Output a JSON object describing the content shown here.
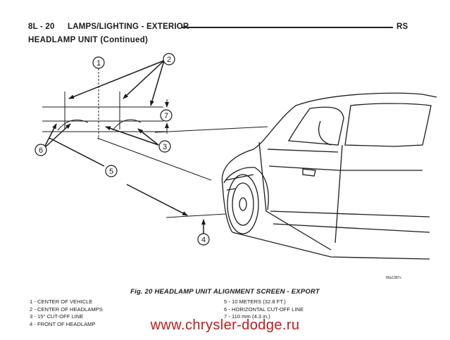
{
  "header": {
    "page_code": "8L - 20",
    "section_title": "LAMPS/LIGHTING - EXTERIOR",
    "model_code": "RS"
  },
  "subtitle": "HEADLAMP UNIT (Continued)",
  "figure": {
    "callouts": [
      "1",
      "2",
      "3",
      "4",
      "5",
      "6",
      "7"
    ],
    "drawing_code": "80a1387c",
    "caption": "Fig. 20 HEADLAMP UNIT ALIGNMENT SCREEN - EXPORT"
  },
  "legend": {
    "left": [
      "1 - CENTER OF VEHICLE",
      "2 - CENTER OF HEADLAMPS",
      "3 - 15° CUT-OFF LINE",
      "4 - FRONT OF HEADLAMP"
    ],
    "right": [
      "5 - 10 METERS (32.8 FT.)",
      "6 - HORIZONTAL CUT-OFF LINE",
      "7 - 110 mm (4.3 in.)"
    ]
  },
  "watermark": "www.chrysler-dodge.ru"
}
